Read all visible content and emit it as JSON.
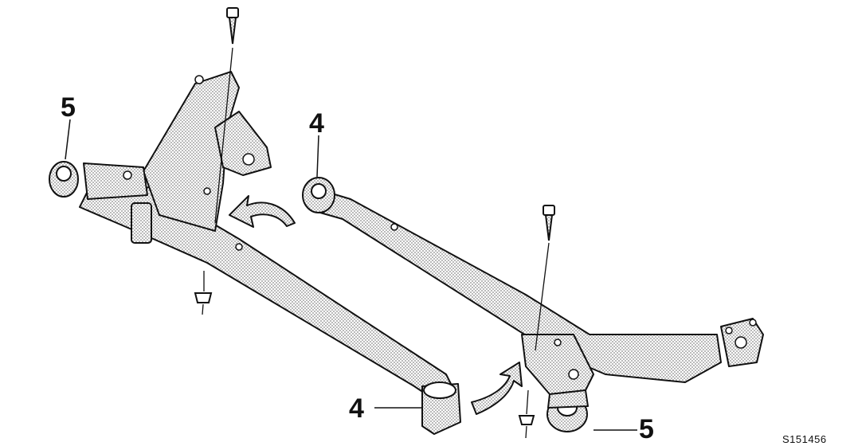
{
  "diagram": {
    "callouts": [
      {
        "id": "5-left",
        "label": "5"
      },
      {
        "id": "4-top",
        "label": "4"
      },
      {
        "id": "4-bottom",
        "label": "4"
      },
      {
        "id": "5-bottom",
        "label": "5"
      }
    ],
    "figure_code": "S151456",
    "colors": {
      "ink": "#111111",
      "hatch": "#9a9a9a",
      "paper": "#ffffff"
    }
  }
}
